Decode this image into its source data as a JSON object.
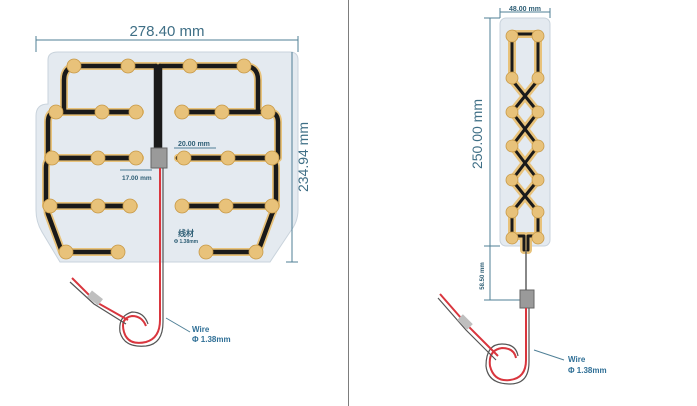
{
  "left_diagram": {
    "width_label": "278.40 mm",
    "height_label": "234.94 mm",
    "gap_label": "20.00 mm",
    "offset_label": "17.00 mm",
    "wire_material_cn": "线材",
    "wire_material_dia": "Φ 1.38mm",
    "wire_label": "Wire",
    "wire_dia": "Φ 1.38mm"
  },
  "right_diagram": {
    "width_label": "48.00 mm",
    "height_label": "250.00 mm",
    "lead_label": "58.50 mm",
    "wire_label": "Wire",
    "wire_dia": "Φ 1.38mm"
  },
  "colors": {
    "substrate": "#dfe6ed",
    "pad": "#e8c27a",
    "trace": "#1a1a1a",
    "wire_red": "#d9363e",
    "dimension": "#3f6f86",
    "divider": "#7d7d7d"
  }
}
